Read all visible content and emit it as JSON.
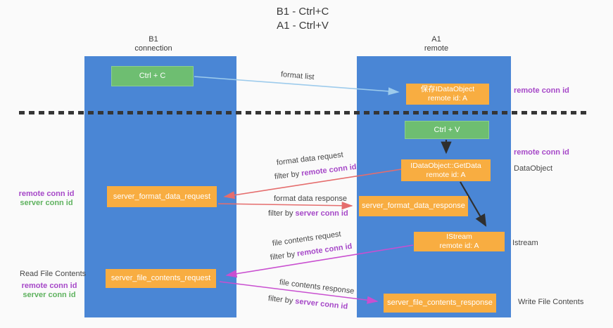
{
  "title": {
    "line1": "B1 - Ctrl+C",
    "line2": "A1 - Ctrl+V"
  },
  "columns": {
    "left": {
      "header_line1": "B1",
      "header_line2": "connection"
    },
    "right": {
      "header_line1": "A1",
      "header_line2": "remote"
    }
  },
  "boxes": {
    "ctrl_c": {
      "label": "Ctrl + C"
    },
    "ctrl_v": {
      "label": "Ctrl + V"
    },
    "save_idataobject": {
      "line1": "保存IDataObject",
      "line2": "remote id: A"
    },
    "getdata": {
      "line1": "IDataObject::GetData",
      "line2": "remote id: A"
    },
    "istream": {
      "line1": "IStream",
      "line2": "remote id: A"
    },
    "server_format_data_request": {
      "label": "server_format_data_request"
    },
    "server_format_data_response": {
      "label": "server_format_data_response"
    },
    "server_file_contents_request": {
      "label": "server_file_contents_request"
    },
    "server_file_contents_response": {
      "label": "server_file_contents_response"
    }
  },
  "arrow_labels": {
    "format_list": "format list",
    "format_data_request": "format data request",
    "format_data_response": "format data response",
    "file_contents_request": "file contents request",
    "file_contents_response": "file contents response",
    "filter_by": "filter by ",
    "remote_conn_id": "remote conn id",
    "server_conn_id": "server conn id"
  },
  "side_labels": {
    "left_remote_conn_id": "remote conn id",
    "left_server_conn_id": "server conn id",
    "read_file_contents": "Read File Contents",
    "right_remote_conn_id_top": "remote conn id",
    "right_remote_conn_id_mid": "remote conn id",
    "dataobject": "DataObject",
    "istream": "Istream",
    "write_file_contents": "Write File Contents"
  },
  "colors": {
    "lane_blue": "#4a86d5",
    "box_green": "#6ebe71",
    "box_orange": "#f8ad41",
    "arrow_lightblue": "#9dcbec",
    "arrow_red": "#e56d6d",
    "arrow_magenta": "#c94fd0",
    "arrow_black": "#2f2f2f",
    "text_purple": "#a648c8",
    "text_green": "#5fb25f",
    "dashed_line": "#353535",
    "background": "#fafafa"
  }
}
